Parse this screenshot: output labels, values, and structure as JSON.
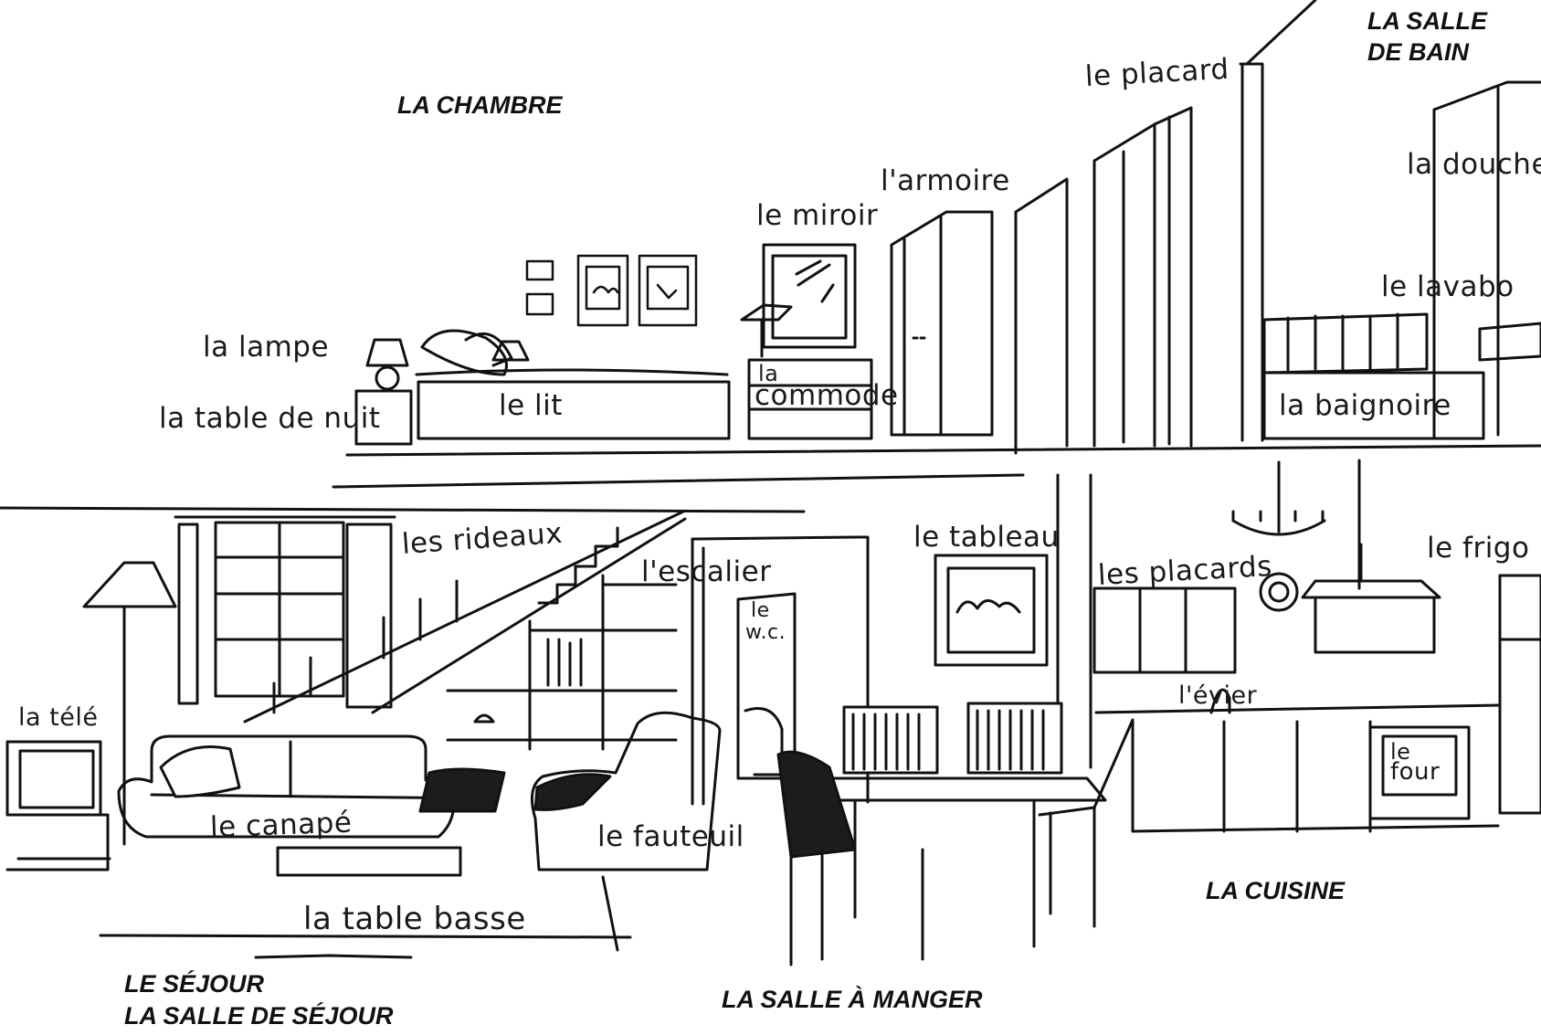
{
  "rooms": {
    "chambre": "LA CHAMBRE",
    "salle_de_bain_1": "LA SALLE",
    "salle_de_bain_2": "DE BAIN",
    "sejour_1": "LE SÉJOUR",
    "sejour_2": "LA SALLE DE SÉJOUR",
    "salle_a_manger": "LA SALLE À MANGER",
    "cuisine": "LA CUISINE"
  },
  "labels": {
    "placard": "le placard",
    "armoire": "l'armoire",
    "miroir": "le miroir",
    "douche": "la douche",
    "lavabo": "le lavabo",
    "lampe": "la lampe",
    "table_de_nuit": "la table de nuit",
    "lit": "le lit",
    "commode_1": "la",
    "commode_2": "commode",
    "baignoire": "la baignoire",
    "rideaux": "les rideaux",
    "escalier": "l'escalier",
    "wc_1": "le",
    "wc_2": "w.c.",
    "tableau": "le tableau",
    "placards": "les placards",
    "frigo": "le frigo",
    "evier": "l'évier",
    "tele": "la télé",
    "canape": "le canapé",
    "fauteuil": "le fauteuil",
    "four_1": "le",
    "four_2": "four",
    "table_basse": "la table basse"
  },
  "colors": {
    "ink": "#111111",
    "paper": "#ffffff",
    "fill_dark": "#1c1c1c"
  }
}
